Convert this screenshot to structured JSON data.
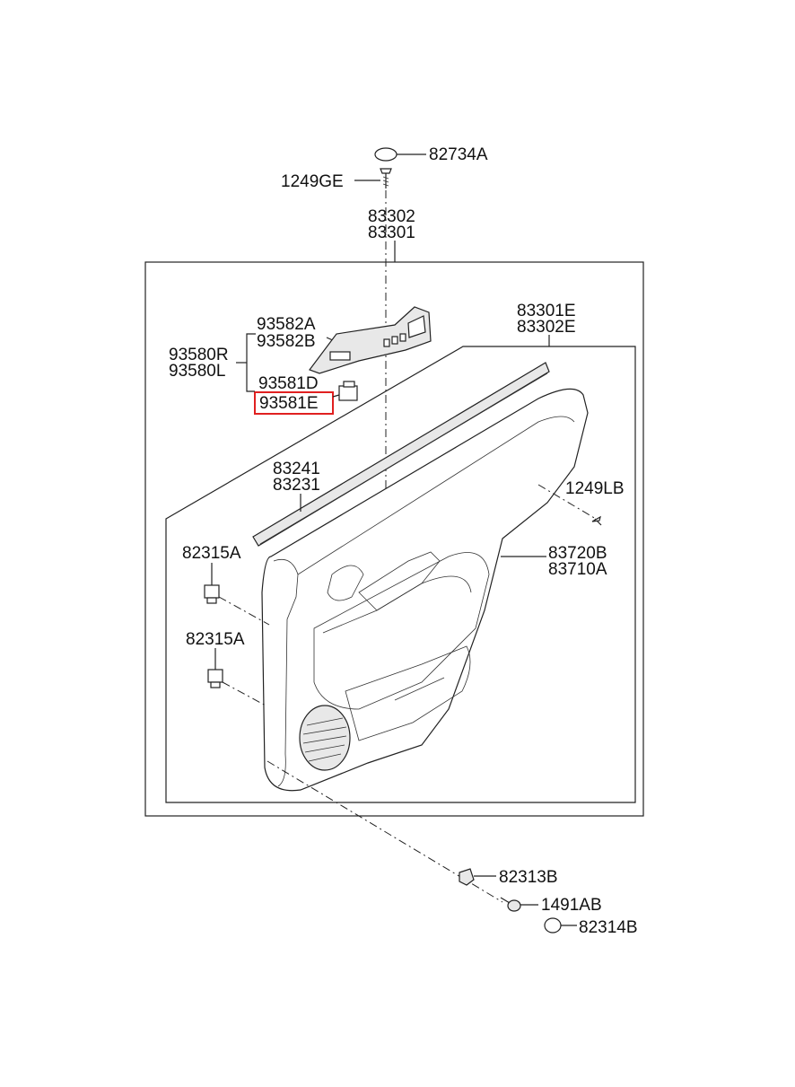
{
  "labels": {
    "p82734A": "82734A",
    "p1249GE": "1249GE",
    "p83302": "83302",
    "p83301": "83301",
    "p83301E": "83301E",
    "p83302E": "83302E",
    "p93582A": "93582A",
    "p93582B": "93582B",
    "p93580R": "93580R",
    "p93580L": "93580L",
    "p93581D": "93581D",
    "p93581E": "93581E",
    "p83241": "83241",
    "p83231": "83231",
    "p1249LB": "1249LB",
    "p82315A_1": "82315A",
    "p82315A_2": "82315A",
    "p83720B": "83720B",
    "p83710A": "83710A",
    "p82313B": "82313B",
    "p1491AB": "1491AB",
    "p82314B": "82314B"
  },
  "highlighted_part": "93581E",
  "highlight_color": "#e02020"
}
